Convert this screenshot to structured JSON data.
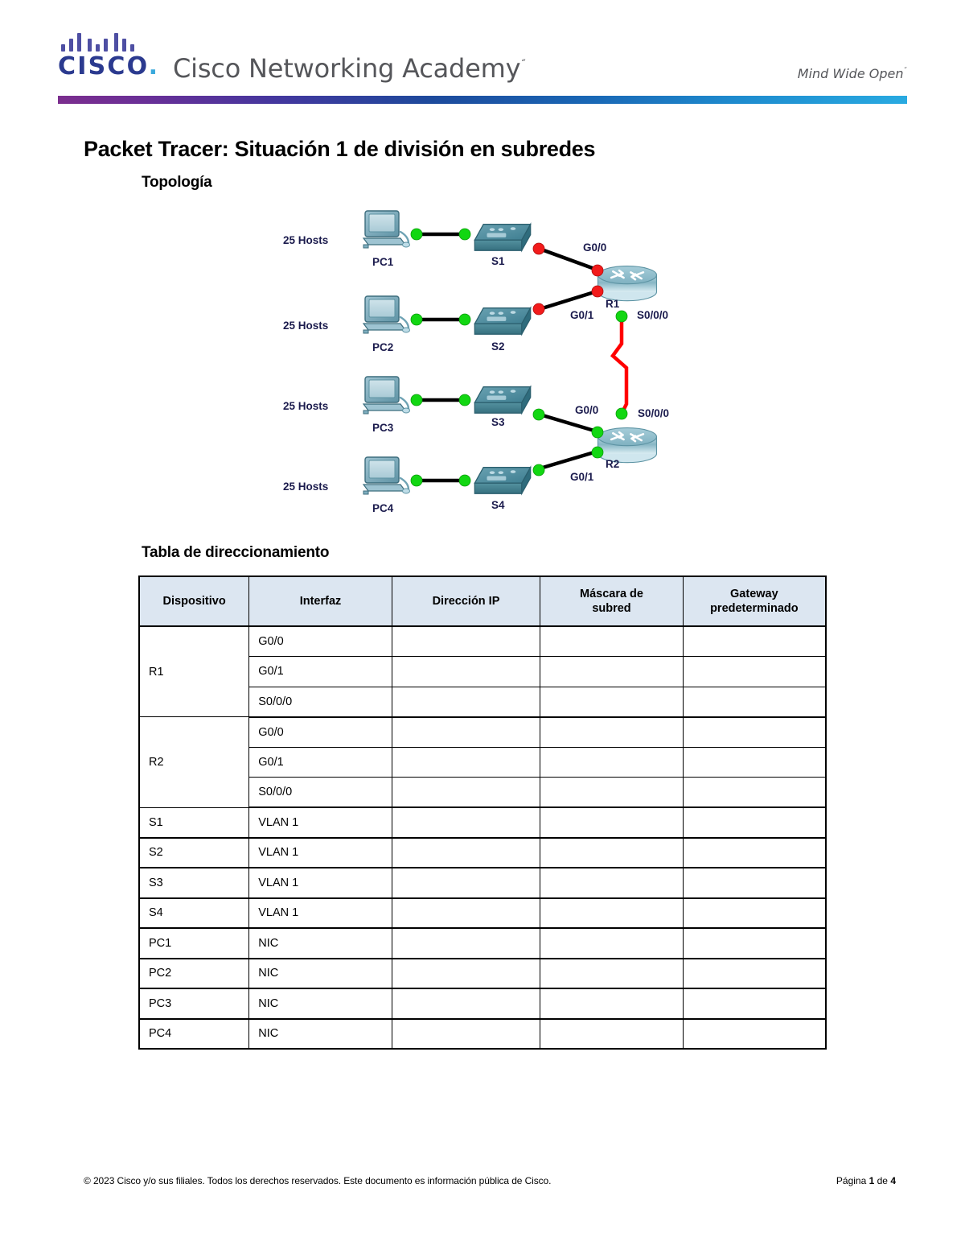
{
  "header": {
    "logo_name": "cisco-logo",
    "brand_word": "CISCO",
    "academy_title": "Cisco Networking Academy",
    "tagline": "Mind Wide Open",
    "trademark": "˝",
    "rule_colors": [
      "#7B2E8E",
      "#1D4A9C",
      "#29AAE1"
    ]
  },
  "document": {
    "title": "Packet Tracer: Situación 1 de división en subredes"
  },
  "sections": {
    "topology_heading": "Topología",
    "table_heading": "Tabla de direccionamiento"
  },
  "topology": {
    "host_labels": [
      "25 Hosts",
      "25 Hosts",
      "25 Hosts",
      "25 Hosts"
    ],
    "pcs": [
      "PC1",
      "PC2",
      "PC3",
      "PC4"
    ],
    "switches": [
      "S1",
      "S2",
      "S3",
      "S4"
    ],
    "routers": [
      "R1",
      "R2"
    ],
    "r1_interfaces": [
      "G0/0",
      "G0/1",
      "S0/0/0"
    ],
    "r2_interfaces": [
      "G0/0",
      "G0/1",
      "S0/0/0"
    ],
    "link_status_colors": {
      "up": "#12D712",
      "down": "#F21B1B"
    },
    "serial_link_color": "#FF0000"
  },
  "addressing_table": {
    "columns": [
      "Dispositivo",
      "Interfaz",
      "Dirección IP",
      "Máscara de subred",
      "Gateway predeterminado"
    ],
    "column_lines": [
      [
        "Dispositivo"
      ],
      [
        "Interfaz"
      ],
      [
        "Dirección IP"
      ],
      [
        "Máscara de",
        "subred"
      ],
      [
        "Gateway",
        "predeterminado"
      ]
    ],
    "groups": [
      {
        "device": "R1",
        "rows": [
          {
            "interface": "G0/0",
            "ip": "",
            "mask": "",
            "gateway": ""
          },
          {
            "interface": "G0/1",
            "ip": "",
            "mask": "",
            "gateway": ""
          },
          {
            "interface": "S0/0/0",
            "ip": "",
            "mask": "",
            "gateway": ""
          }
        ]
      },
      {
        "device": "R2",
        "rows": [
          {
            "interface": "G0/0",
            "ip": "",
            "mask": "",
            "gateway": ""
          },
          {
            "interface": "G0/1",
            "ip": "",
            "mask": "",
            "gateway": ""
          },
          {
            "interface": "S0/0/0",
            "ip": "",
            "mask": "",
            "gateway": ""
          }
        ]
      },
      {
        "device": "S1",
        "rows": [
          {
            "interface": "VLAN 1",
            "ip": "",
            "mask": "",
            "gateway": ""
          }
        ]
      },
      {
        "device": "S2",
        "rows": [
          {
            "interface": "VLAN 1",
            "ip": "",
            "mask": "",
            "gateway": ""
          }
        ]
      },
      {
        "device": "S3",
        "rows": [
          {
            "interface": "VLAN 1",
            "ip": "",
            "mask": "",
            "gateway": ""
          }
        ]
      },
      {
        "device": "S4",
        "rows": [
          {
            "interface": "VLAN 1",
            "ip": "",
            "mask": "",
            "gateway": ""
          }
        ]
      },
      {
        "device": "PC1",
        "rows": [
          {
            "interface": "NIC",
            "ip": "",
            "mask": "",
            "gateway": ""
          }
        ]
      },
      {
        "device": "PC2",
        "rows": [
          {
            "interface": "NIC",
            "ip": "",
            "mask": "",
            "gateway": ""
          }
        ]
      },
      {
        "device": "PC3",
        "rows": [
          {
            "interface": "NIC",
            "ip": "",
            "mask": "",
            "gateway": ""
          }
        ]
      },
      {
        "device": "PC4",
        "rows": [
          {
            "interface": "NIC",
            "ip": "",
            "mask": "",
            "gateway": ""
          }
        ]
      }
    ]
  },
  "footer": {
    "copyright": "© 2023 Cisco y/o sus filiales. Todos los derechos reservados. Este documento es información pública de Cisco.",
    "page_prefix": "Página ",
    "page_current": "1",
    "page_middle": " de ",
    "page_total": "4"
  }
}
